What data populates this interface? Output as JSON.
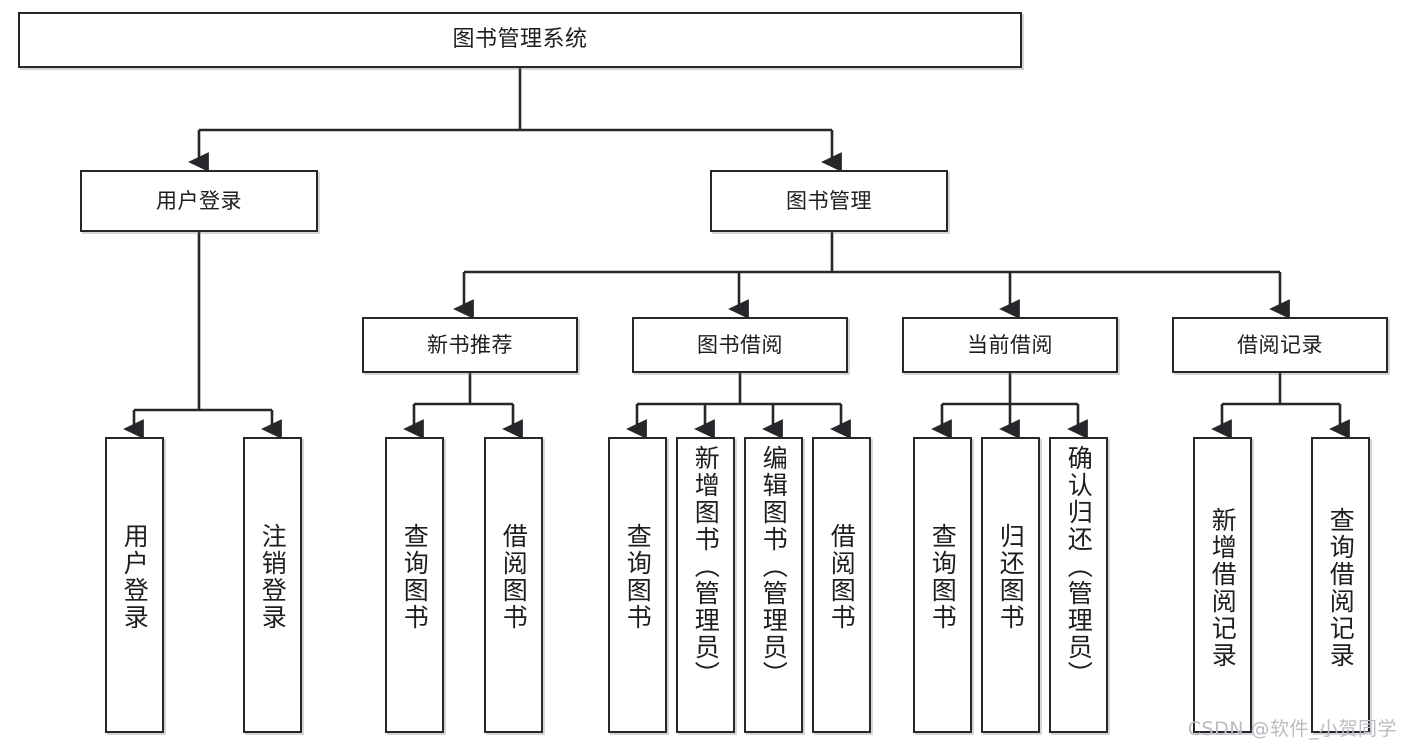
{
  "diagram": {
    "title": "图书管理系统",
    "type": "tree",
    "colors": {
      "box_border": "#26262b",
      "box_fill": "#ffffff",
      "edge": "#26262b",
      "text": "#1d1d22",
      "watermark": "#b9bcc2",
      "background": "#ffffff"
    },
    "watermark": "CSDN @软件_小贺同学",
    "nodes": {
      "root": {
        "label": "图书管理系统"
      },
      "level2": [
        {
          "id": "user-login",
          "label": "用户登录"
        },
        {
          "id": "book-manage",
          "label": "图书管理"
        }
      ],
      "level3": [
        {
          "id": "new-book-recommend",
          "label": "新书推荐"
        },
        {
          "id": "book-borrow",
          "label": "图书借阅"
        },
        {
          "id": "current-borrow",
          "label": "当前借阅"
        },
        {
          "id": "borrow-record",
          "label": "借阅记录"
        }
      ],
      "leaves": {
        "user-login": [
          {
            "id": "leaf-user-login",
            "label": "用户登录"
          },
          {
            "id": "leaf-logout-login",
            "label": "注销登录"
          }
        ],
        "new-book-recommend": [
          {
            "id": "leaf-query-book-1",
            "label": "查询图书"
          },
          {
            "id": "leaf-borrow-book-1",
            "label": "借阅图书"
          }
        ],
        "book-borrow": [
          {
            "id": "leaf-query-book-2",
            "label": "查询图书"
          },
          {
            "id": "leaf-add-book",
            "label": "新增图书（管理员）"
          },
          {
            "id": "leaf-edit-book",
            "label": "编辑图书（管理员）"
          },
          {
            "id": "leaf-borrow-book-2",
            "label": "借阅图书"
          }
        ],
        "current-borrow": [
          {
            "id": "leaf-query-book-3",
            "label": "查询图书"
          },
          {
            "id": "leaf-return-book",
            "label": "归还图书"
          },
          {
            "id": "leaf-confirm-return",
            "label": "确认归还（管理员）"
          }
        ],
        "borrow-record": [
          {
            "id": "leaf-add-record",
            "label": "新增借阅记录"
          },
          {
            "id": "leaf-query-record",
            "label": "查询借阅记录"
          }
        ]
      }
    }
  }
}
